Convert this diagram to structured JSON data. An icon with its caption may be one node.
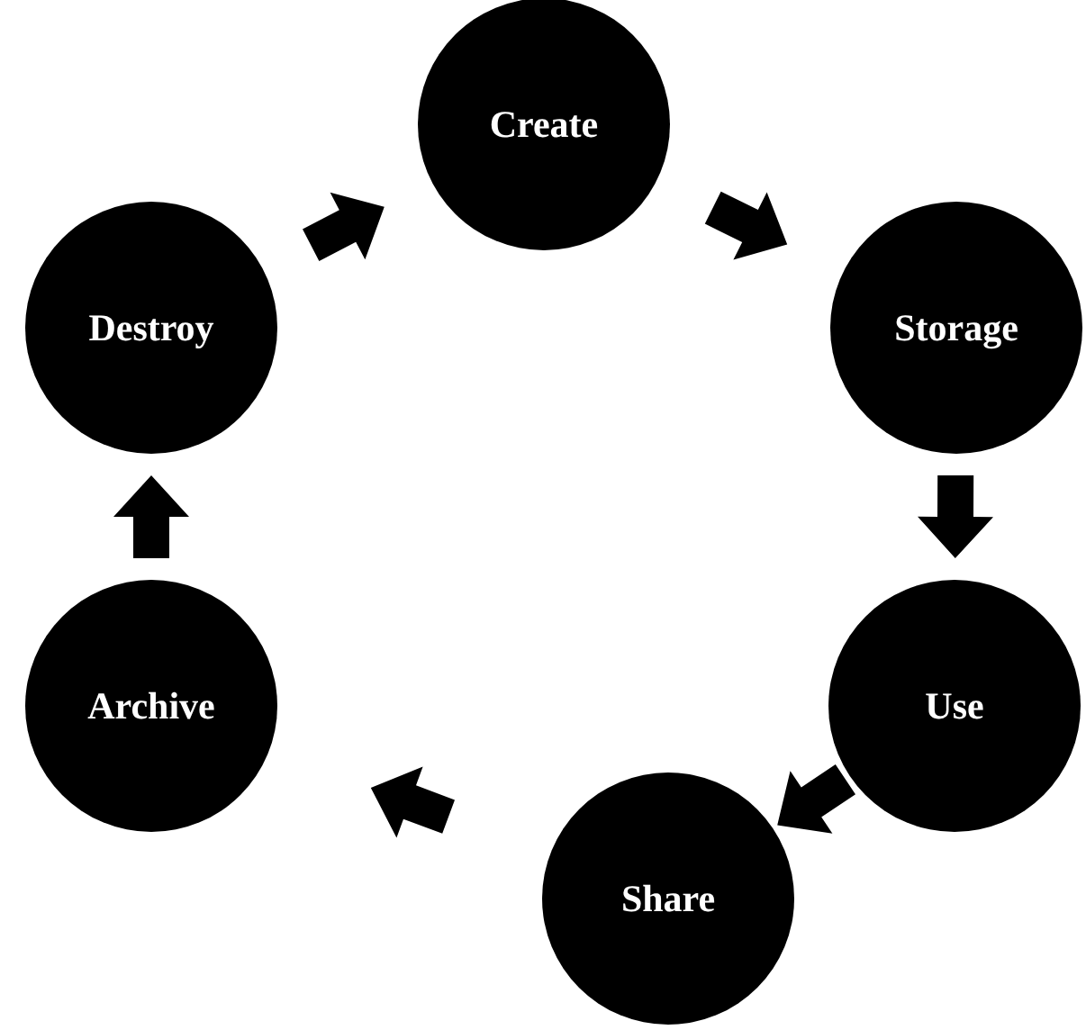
{
  "diagram": {
    "nodes": [
      {
        "text": [
          "Create"
        ]
      },
      {
        "text": [
          "Storage"
        ]
      },
      {
        "text": [
          "Use"
        ]
      },
      {
        "text": [
          "Share"
        ]
      },
      {
        "text": [
          "Archive"
        ]
      },
      {
        "text": [
          "Destroy"
        ]
      }
    ],
    "edges": [
      {
        "from": 0,
        "to": 1,
        "arrow": "to"
      },
      {
        "from": 1,
        "to": 2,
        "arrow": "to"
      },
      {
        "from": 2,
        "to": 3,
        "arrow": "to"
      },
      {
        "from": 3,
        "to": 4,
        "arrow": "to"
      },
      {
        "from": 4,
        "to": 5,
        "arrow": "to"
      },
      {
        "from": 5,
        "to": 0,
        "arrow": "to"
      }
    ]
  }
}
